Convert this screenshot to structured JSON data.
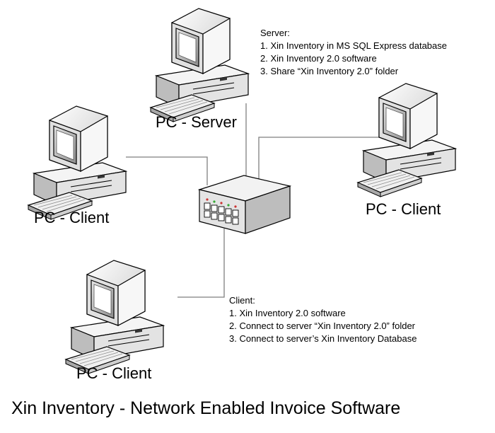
{
  "nodes": {
    "server": {
      "label": "PC - Server"
    },
    "client_left": {
      "label": "PC - Client"
    },
    "client_right": {
      "label": "PC - Client"
    },
    "client_bottom": {
      "label": "PC - Client"
    },
    "switch": {
      "label": ""
    }
  },
  "server_notes": {
    "heading": "Server:",
    "items": [
      "1. Xin Inventory in MS SQL Express database",
      "2. Xin Inventory 2.0 software",
      "3. Share “Xin Inventory 2.0” folder"
    ]
  },
  "client_notes": {
    "heading": "Client:",
    "items": [
      "1. Xin Inventory 2.0 software",
      "2. Connect to server “Xin Inventory 2.0” folder",
      "3. Connect to server’s Xin Inventory Database"
    ]
  },
  "footer": {
    "title": "Xin Inventory - Network Enabled Invoice Software"
  },
  "colors": {
    "line": "#7f7f7f",
    "body_light": "#f2f2f2",
    "body_mid": "#d9d9d9",
    "body_dark": "#a6a6a6",
    "outline": "#000000",
    "port_red": "#cc3333",
    "port_green": "#33aa33"
  }
}
